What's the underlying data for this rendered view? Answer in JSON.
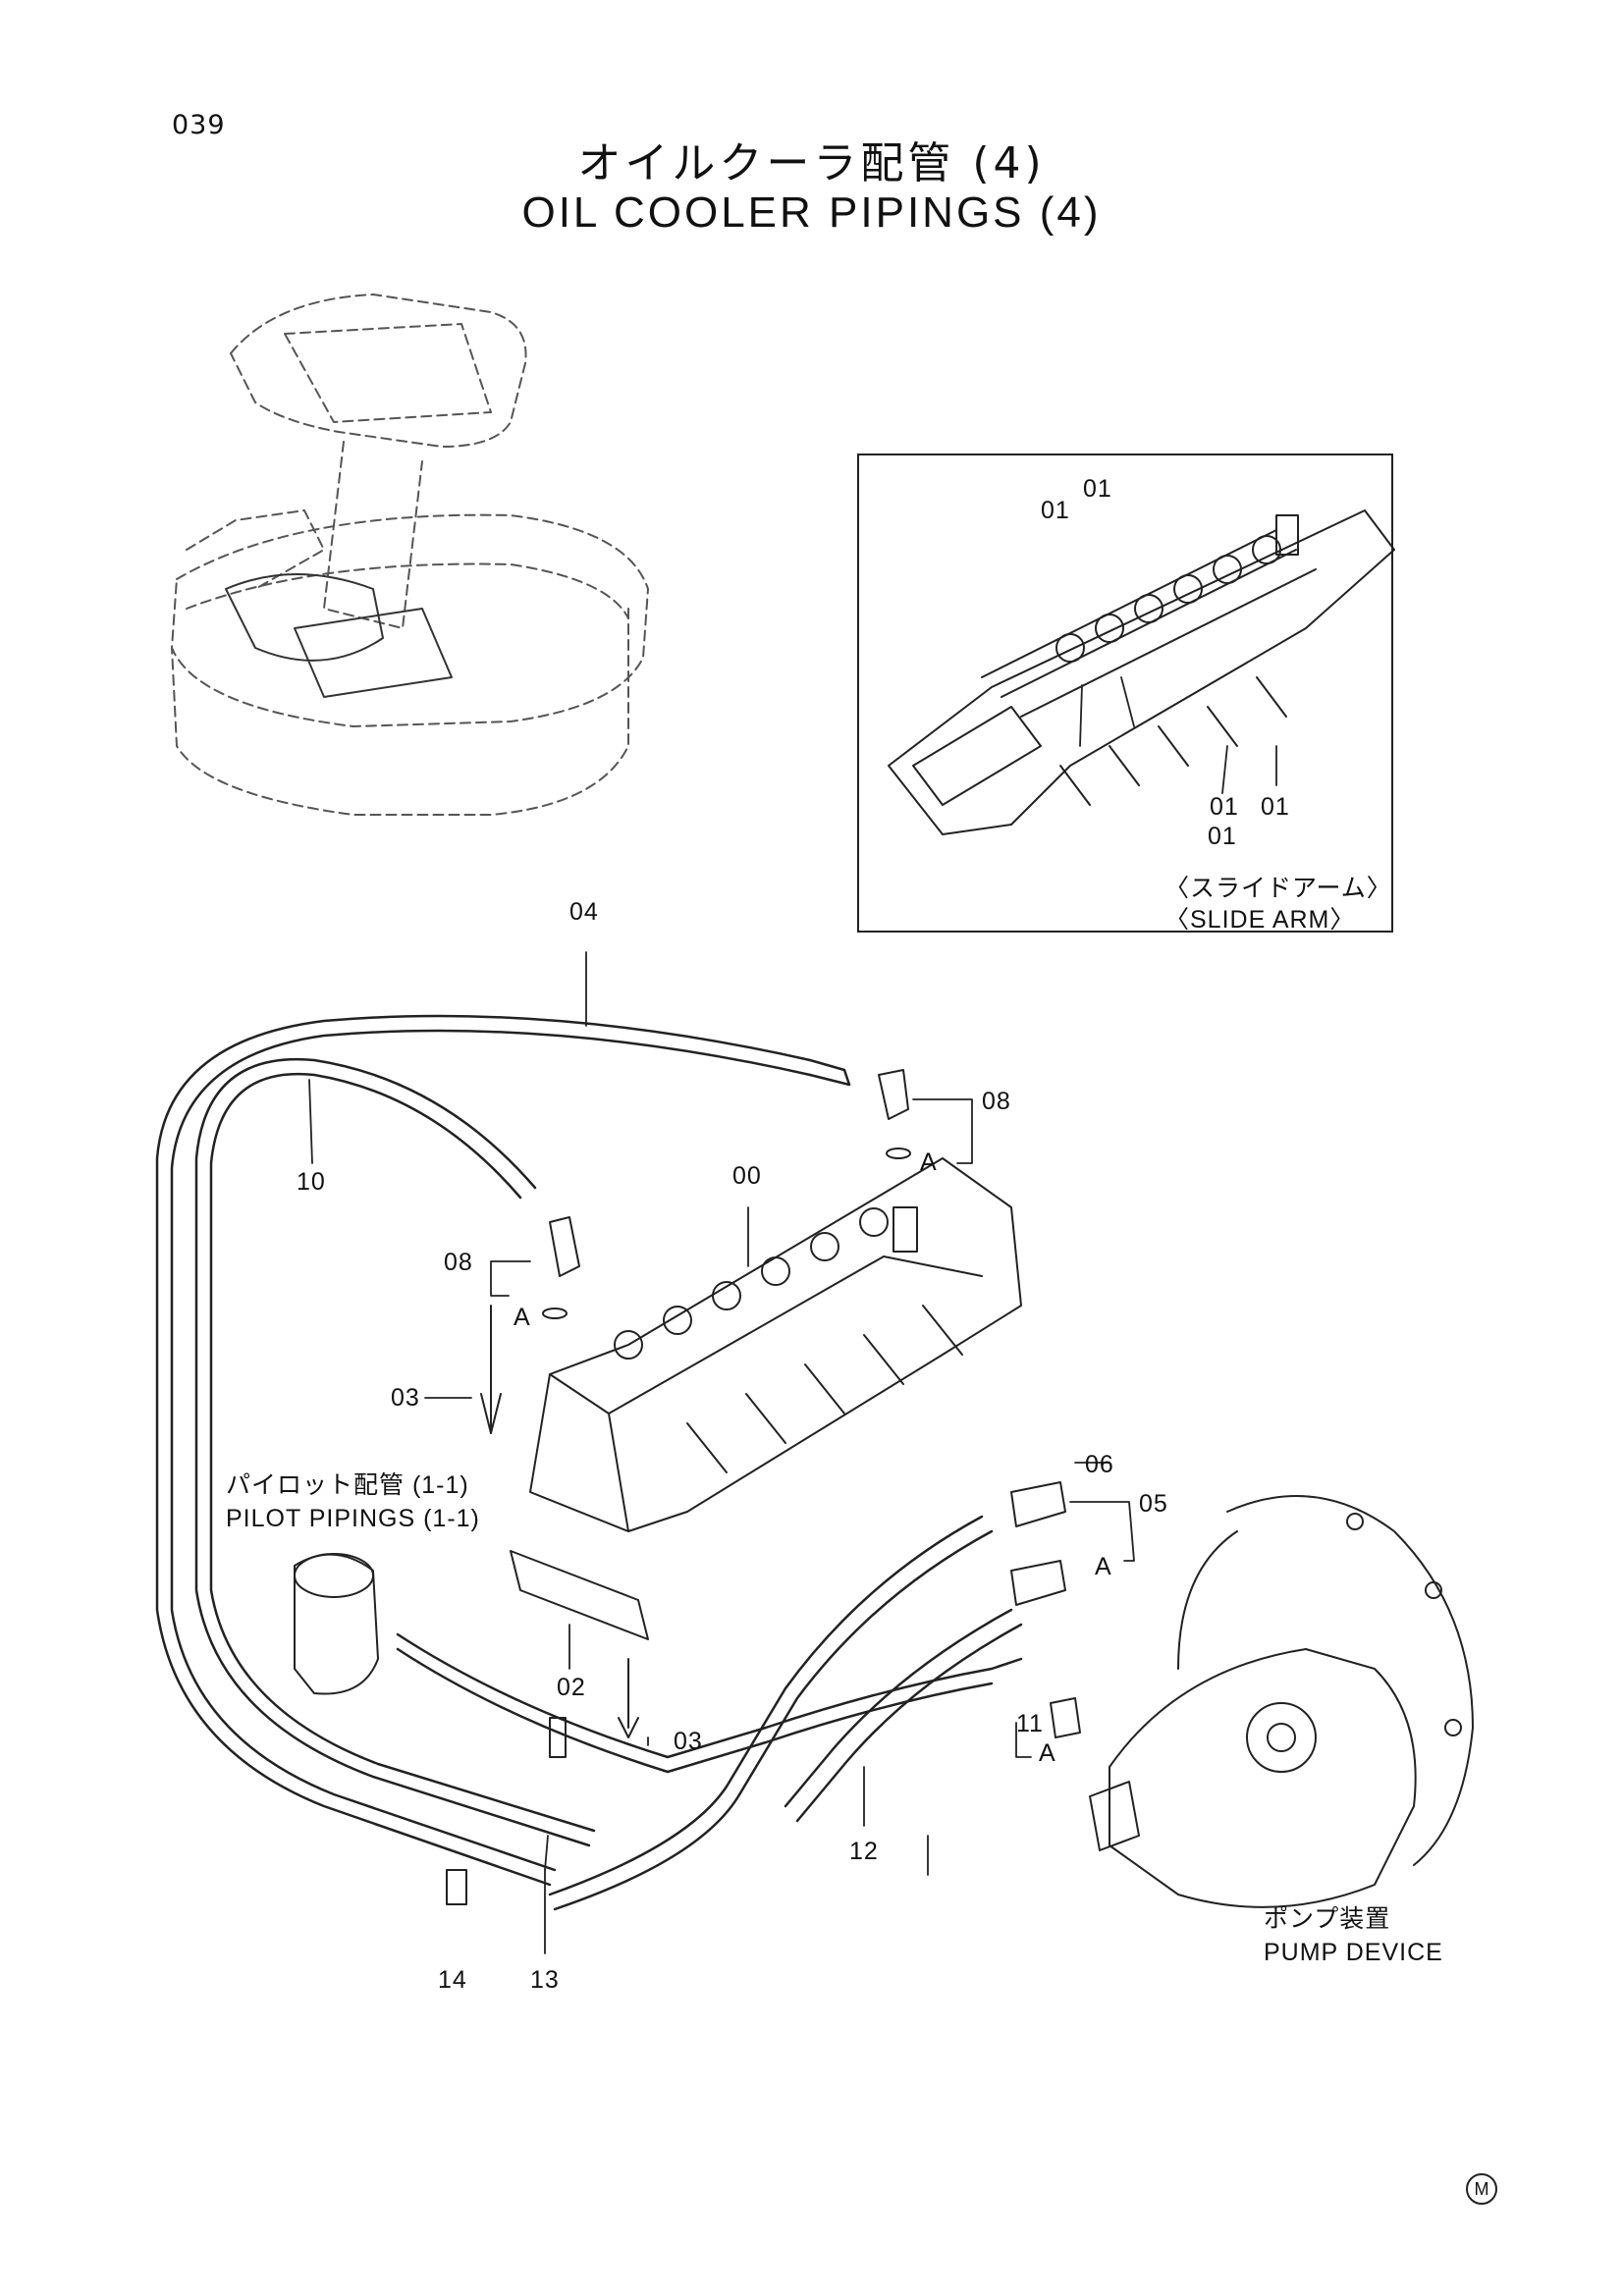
{
  "page_number": "039",
  "title_jp": "オイルクーラ配管 (4)",
  "title_en": "OIL COOLER PIPINGS (4)",
  "inset": {
    "caption_jp": "〈スライドアーム〉",
    "caption_en": "〈SLIDE ARM〉",
    "callouts": [
      "01",
      "01",
      "01",
      "01",
      "01"
    ]
  },
  "callouts": {
    "p04": "04",
    "p08a": "08",
    "p10": "10",
    "p00": "00",
    "p08b": "08",
    "p03a": "03",
    "p06": "06",
    "p05": "05",
    "p02": "02",
    "p03b": "03",
    "p11": "11",
    "p12": "12",
    "p14": "14",
    "p13": "13",
    "a1": "A",
    "a2": "A",
    "a3": "A",
    "a4": "A"
  },
  "pilot_label": {
    "jp": "パイロット配管 (1-1)",
    "en": "PILOT PIPINGS (1-1)"
  },
  "pump_label": {
    "jp": "ポンプ装置",
    "en": "PUMP DEVICE"
  },
  "corner_mark": "M"
}
